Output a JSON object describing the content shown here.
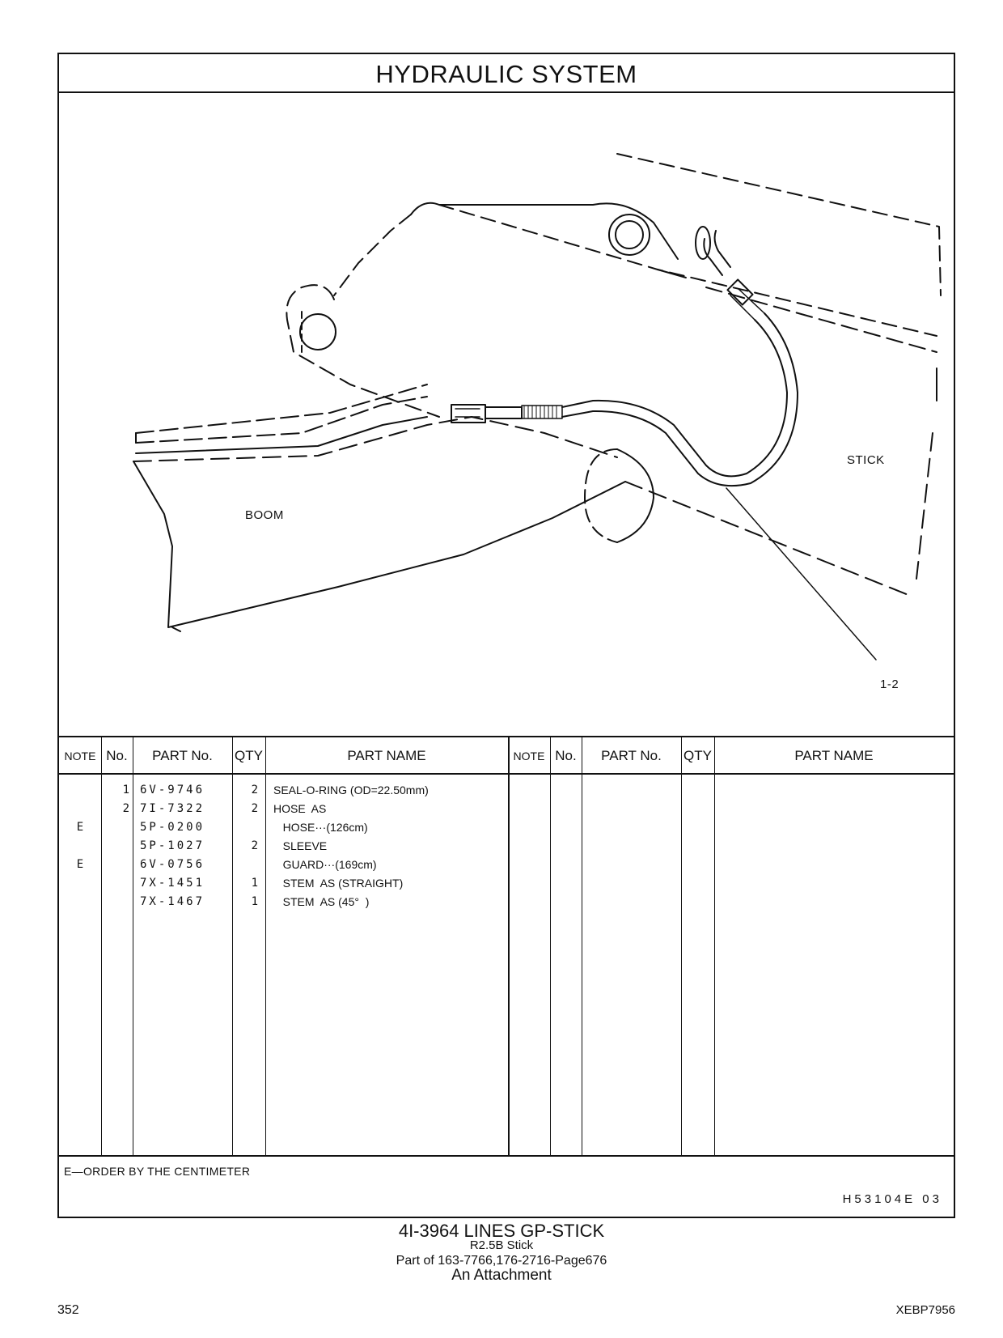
{
  "page_title": "HYDRAULIC   SYSTEM",
  "diagram": {
    "labels": {
      "stick": "STICK",
      "boom": "BOOM",
      "callout": "1-2"
    }
  },
  "table": {
    "headers": {
      "note": "NOTE",
      "no": "No.",
      "part_no": "PART No.",
      "qty": "QTY",
      "part_name": "PART NAME"
    },
    "rows": [
      {
        "note": "",
        "no": "1",
        "part_no": "6V-9746",
        "qty": "2",
        "name": "SEAL-O-RING (OD=22.50mm)"
      },
      {
        "note": "",
        "no": "2",
        "part_no": "7I-7322",
        "qty": "2",
        "name": "HOSE  AS"
      },
      {
        "note": "E",
        "no": "",
        "part_no": "5P-0200",
        "qty": "",
        "name": "   HOSE···(126cm)"
      },
      {
        "note": "",
        "no": "",
        "part_no": "5P-1027",
        "qty": "2",
        "name": "   SLEEVE"
      },
      {
        "note": "E",
        "no": "",
        "part_no": "6V-0756",
        "qty": "",
        "name": "   GUARD···(169cm)"
      },
      {
        "note": "",
        "no": "",
        "part_no": "7X-1451",
        "qty": "1",
        "name": "   STEM  AS (STRAIGHT)"
      },
      {
        "note": "",
        "no": "",
        "part_no": "7X-1467",
        "qty": "1",
        "name": "   STEM  AS (45°  )"
      }
    ]
  },
  "footer": {
    "note": "E—ORDER  BY  THE  CENTIMETER",
    "code": "H53104E    03"
  },
  "caption": {
    "line1": "4I-3964   LINES  GP-STICK",
    "line2": "R2.5B  Stick",
    "line3": "Part of 163-7766,176-2716-Page676",
    "line4": "An Attachment"
  },
  "page_number": "352",
  "doc_code": "XEBP7956"
}
